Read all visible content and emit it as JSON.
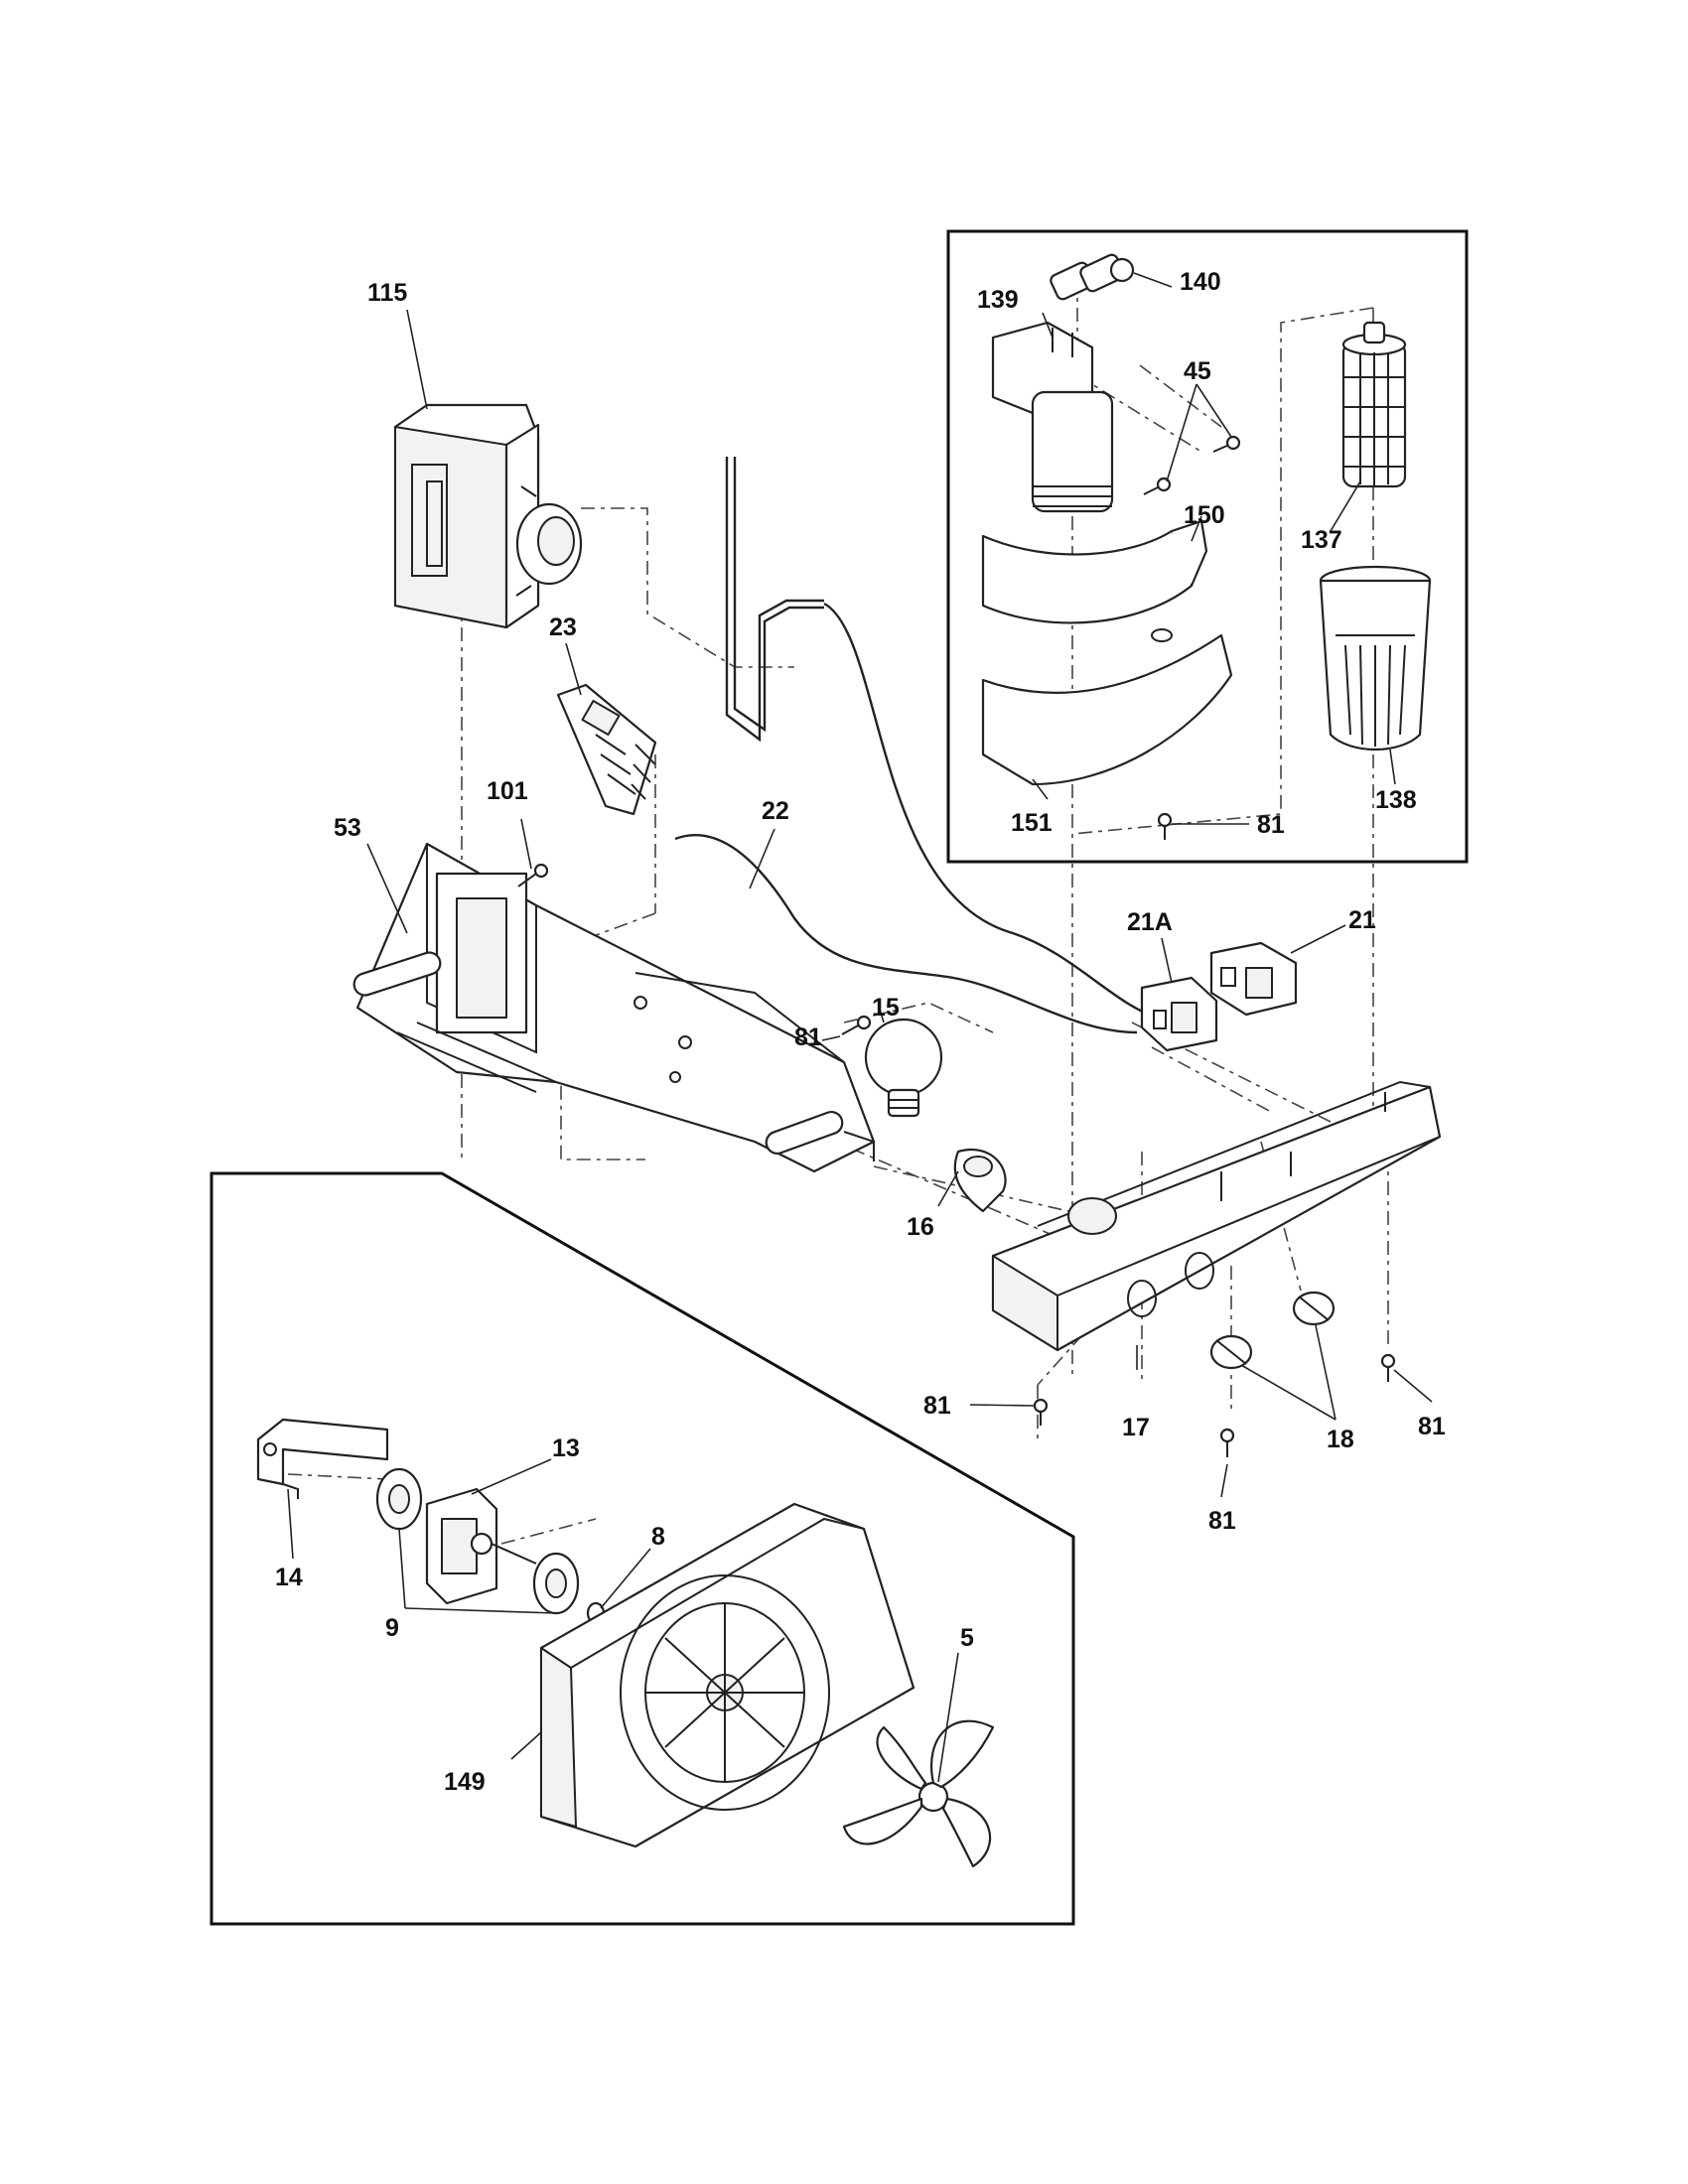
{
  "callouts": {
    "c5": "5",
    "c8": "8",
    "c9": "9",
    "c13": "13",
    "c14": "14",
    "c15": "15",
    "c16": "16",
    "c17": "17",
    "c18": "18",
    "c21": "21",
    "c21a": "21A",
    "c22": "22",
    "c23": "23",
    "c45": "45",
    "c53": "53",
    "c81": "81",
    "c101": "101",
    "c115": "115",
    "c137": "137",
    "c138": "138",
    "c139": "139",
    "c140": "140",
    "c149": "149",
    "c150": "150",
    "c151": "151"
  }
}
